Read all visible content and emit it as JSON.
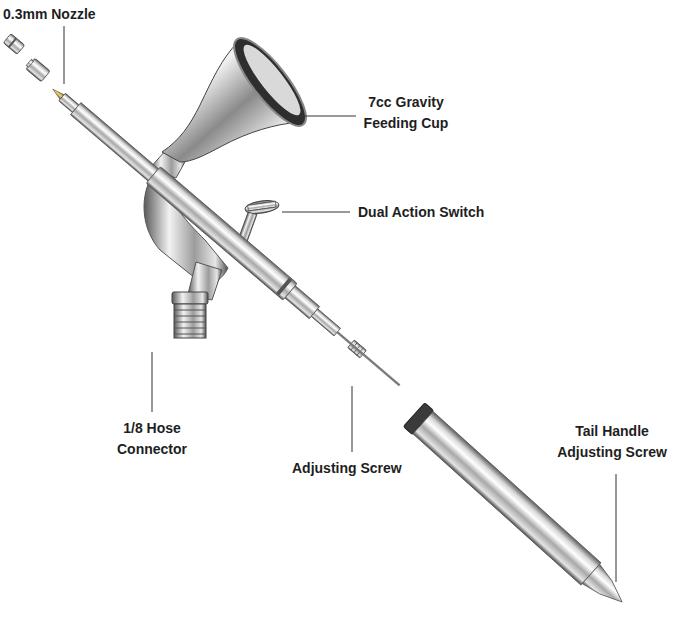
{
  "diagram": {
    "labels": [
      "0.3mm Nozzle",
      "7cc Gravity Feeding Cup",
      "Dual Action Switch",
      "1/8 Hose Connector",
      "Adjusting Screw",
      "Tail Handle Adjusting Screw"
    ]
  }
}
